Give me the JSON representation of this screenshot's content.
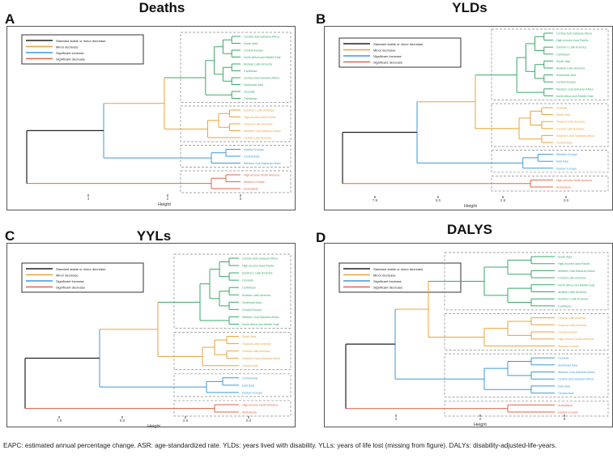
{
  "colors": {
    "black": "#222222",
    "orange": "#e8a33a",
    "blue": "#3d9ad8",
    "green": "#3aa86a",
    "red": "#e0664d"
  },
  "chart_data": [
    {
      "type": "dendrogram",
      "panel": "A",
      "title": "Deaths",
      "xlabel": "Height",
      "ticks": [
        "4",
        "2",
        "0"
      ],
      "legend": [
        "Standard stable or minor decrease",
        "Minor decrease",
        "Significant increase",
        "Significant decrease"
      ],
      "groups": [
        {
          "color": "green",
          "labels": [
            "Central Sub-Saharan Africa",
            "South Asia",
            "Central Europe",
            "North Africa and Middle East",
            "Andean Latin America",
            "Caribbean",
            "Central Sub-Saharan Africa",
            "Southeast Asia",
            "Oceania",
            "Caribbean"
          ]
        },
        {
          "color": "orange",
          "labels": [
            "Southern Latin America",
            "High-income Asia Pacific",
            "Tropical Latin America",
            "Western Sub-Saharan Africa",
            "Central Latin America"
          ]
        },
        {
          "color": "blue",
          "labels": [
            "Eastern Europe",
            "Central Asia",
            "Western Sub-Saharan Africa"
          ]
        },
        {
          "color": "red",
          "labels": [
            "High-income North America",
            "Western Europe",
            "Australasia"
          ]
        }
      ]
    },
    {
      "type": "dendrogram",
      "panel": "B",
      "title": "YLDs",
      "xlabel": "Height",
      "ticks": [
        "7.5",
        "5.0",
        "2.5",
        "0.0"
      ],
      "legend": [
        "Standard stable or minor decrease",
        "Minor decrease",
        "Significant increase",
        "Significant decrease"
      ],
      "groups": [
        {
          "color": "green",
          "labels": [
            "Central Sub-Saharan Africa",
            "High-income Asia Pacific",
            "Southern Latin America",
            "Caribbean",
            "South Asia",
            "Andean Latin America",
            "Southeast Asia",
            "Central Europe",
            "Western Sub-Saharan Africa",
            "North Africa and Middle East"
          ]
        },
        {
          "color": "orange",
          "labels": [
            "Oceania",
            "South Asia",
            "Tropical Latin America",
            "Central Latin America",
            "Southern Sub-Saharan Africa",
            "Central Asia"
          ]
        },
        {
          "color": "blue",
          "labels": [
            "Western Europe",
            "East Asia",
            "Eastern Europe"
          ]
        },
        {
          "color": "red",
          "labels": [
            "High-income North America",
            "Australasia"
          ]
        }
      ]
    },
    {
      "type": "dendrogram",
      "panel": "C",
      "title": "YYLs",
      "xlabel": "Height",
      "ticks": [
        "7.5",
        "5.0",
        "2.5",
        "0.0"
      ],
      "legend": [
        "Standard stable or minor decrease",
        "Minor decrease",
        "Significant increase",
        "Significant decrease"
      ],
      "groups": [
        {
          "color": "green",
          "labels": [
            "Central Sub-Saharan Africa",
            "High-income Asia Pacific",
            "Southern Latin America",
            "Oceania",
            "Caribbean",
            "Andean Latin America",
            "Southeast Asia",
            "Central Europe",
            "Western Sub-Saharan Africa",
            "North Africa and Middle East"
          ]
        },
        {
          "color": "orange",
          "labels": [
            "South Asia",
            "Tropical Latin America",
            "Central Latin America",
            "Southern Sub-Saharan Africa",
            "Central Asia"
          ]
        },
        {
          "color": "blue",
          "labels": [
            "Central Asia",
            "East Asia",
            "Eastern Europe"
          ]
        },
        {
          "color": "red",
          "labels": [
            "High-income North America",
            "Australasia"
          ]
        }
      ]
    },
    {
      "type": "dendrogram",
      "panel": "D",
      "title": "DALYS",
      "xlabel": "Height",
      "ticks": [
        "4",
        "2",
        "0"
      ],
      "legend": [
        "Standard stable or minor decrease",
        "Minor decrease",
        "Significant increase",
        "Significant decrease"
      ],
      "groups": [
        {
          "color": "green",
          "labels": [
            "South Asia",
            "High-income Asia Pacific",
            "Western Sub-Saharan Africa",
            "Central Latin America",
            "North Africa and Middle East",
            "Andean Latin America",
            "Southern Latin America",
            "Caribbean"
          ]
        },
        {
          "color": "orange",
          "labels": [
            "Central Latin America",
            "Tropical Latin America",
            "Central Europe",
            "High-income North America",
            "Western Europe"
          ]
        },
        {
          "color": "blue",
          "labels": [
            "Oceania",
            "Southeast Asia",
            "Western Sub-Saharan Africa",
            "Central Sub-Saharan Africa",
            "East Asia",
            "Central Asia"
          ]
        },
        {
          "color": "red",
          "labels": [
            "Australasia",
            "Eastern Europe"
          ]
        }
      ]
    }
  ],
  "caption": "EAPC: estimated annual percentage change. ASR: age-standardized rate. YLDs: years lived with disability. YLLs: years of life lost (missing from figure). DALYs: disability-adjusted-life-years."
}
